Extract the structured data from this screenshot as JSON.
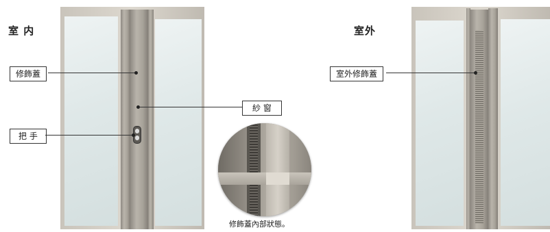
{
  "left_panel": {
    "title": "室 内"
  },
  "right_panel": {
    "title": "室外"
  },
  "callouts": {
    "cover": "修飾蓋",
    "handle": "把 手",
    "screen": "紗 窗",
    "outer_cover": "室外修飾蓋"
  },
  "detail": {
    "caption": "修飾蓋內部狀態。"
  }
}
